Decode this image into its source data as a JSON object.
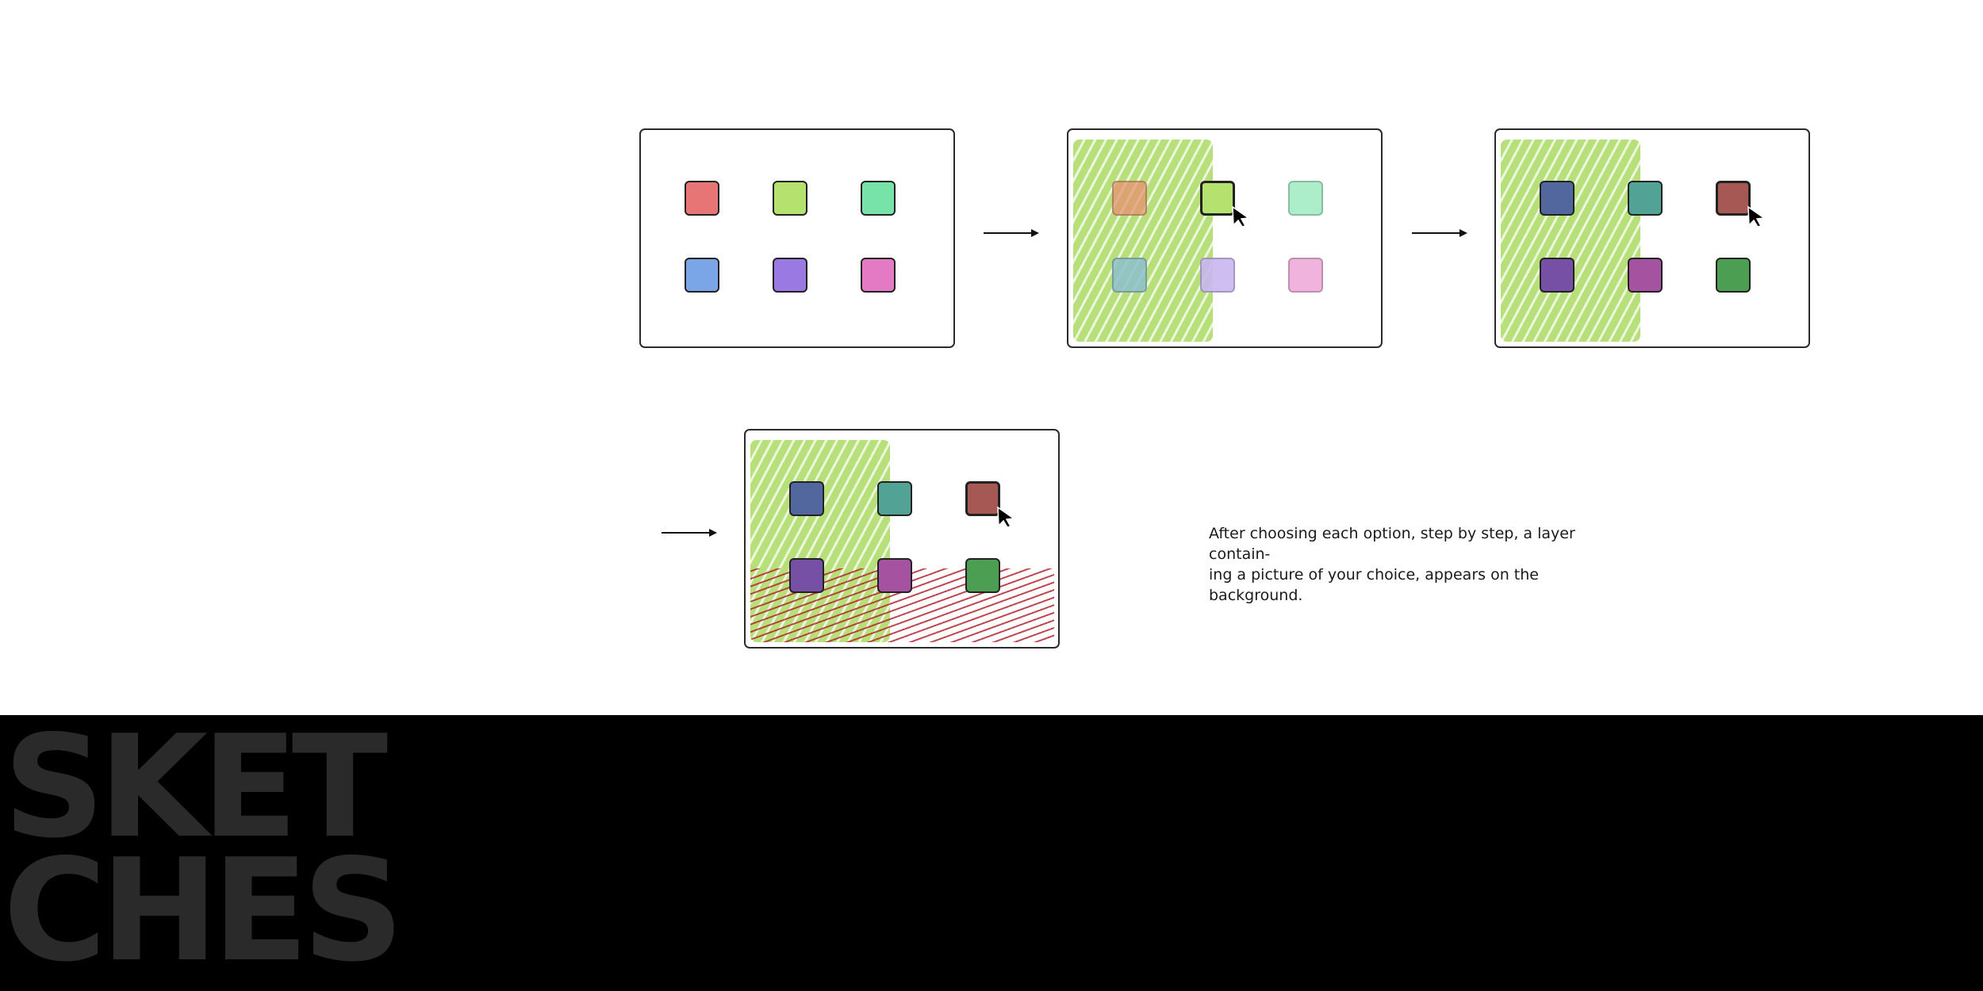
{
  "caption": {
    "line1": "After choosing each option, step by step, a layer contain-",
    "line2": "ing a picture of your choice, appears on the background."
  },
  "title": {
    "line1": "SKET",
    "line2": "CHES"
  },
  "colors": {
    "panel_border": "#2b2b2b",
    "green_layer": "#b8e07a",
    "red_layer_hatch": "#b42832",
    "band": "#000000",
    "title_text": "#2a2a2a",
    "step1": [
      "#e87575",
      "#b5e26e",
      "#78e3a9",
      "#7aa5e6",
      "#9b79e3",
      "#e57ac4"
    ],
    "step2": [
      "#e8a07d",
      "#b5e26e",
      "#abeec9",
      "#9ac2ca",
      "#c8b6f0",
      "#efb3de"
    ],
    "step3": [
      "#53679f",
      "#52a395",
      "#a65954",
      "#7550a4",
      "#a553a0",
      "#4b9e52"
    ]
  },
  "icons": {
    "pointer": "cursor-arrow-icon",
    "flow": "right-arrow-icon"
  },
  "steps": [
    {
      "name": "initial options",
      "selected": null
    },
    {
      "name": "green chosen",
      "selected": "top-middle"
    },
    {
      "name": "new options",
      "selected": "top-right"
    },
    {
      "name": "red layer added",
      "selected": "top-right"
    }
  ]
}
